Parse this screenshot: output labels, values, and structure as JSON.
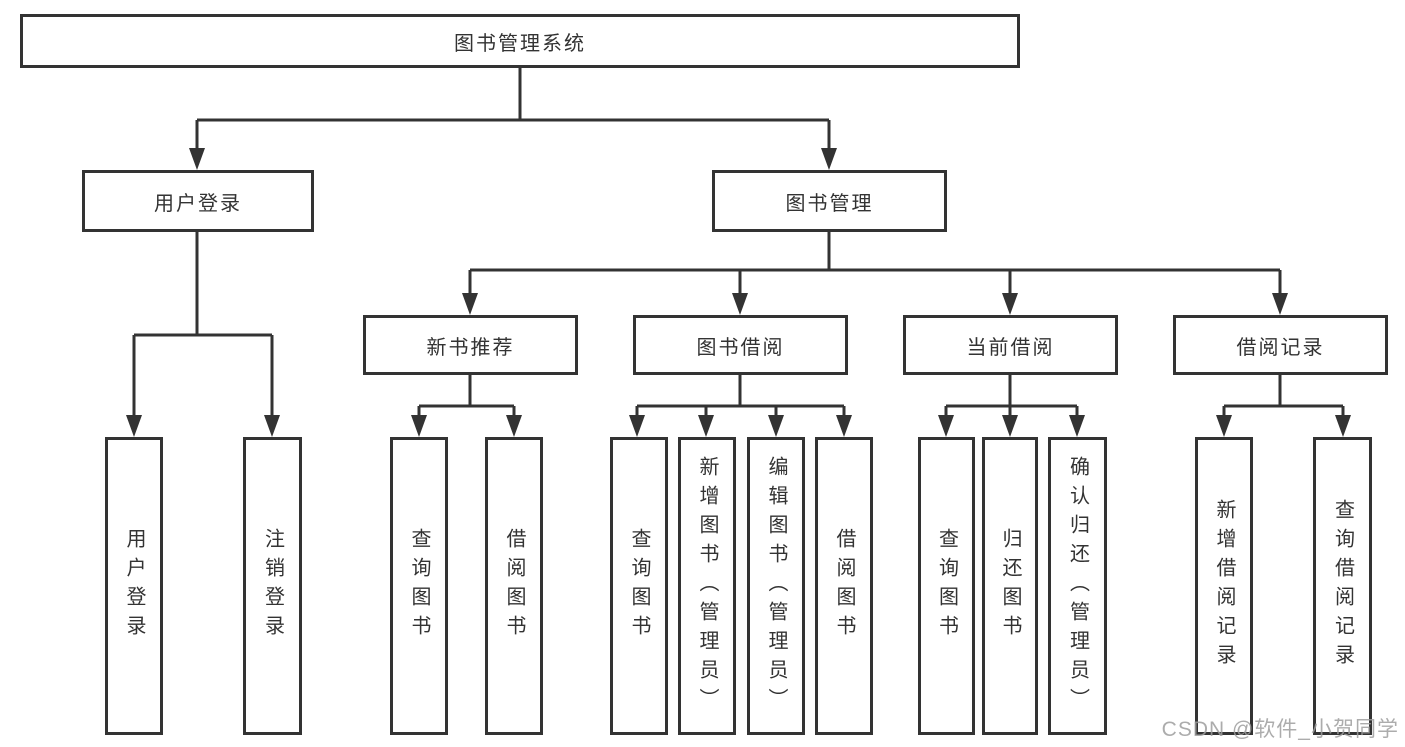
{
  "diagram": {
    "root": {
      "label": "图书管理系统"
    },
    "branches": [
      {
        "label": "用户登录",
        "children": [
          {
            "label": "用户登录"
          },
          {
            "label": "注销登录"
          }
        ]
      },
      {
        "label": "图书管理",
        "sections": [
          {
            "label": "新书推荐",
            "children": [
              {
                "label": "查询图书"
              },
              {
                "label": "借阅图书"
              }
            ]
          },
          {
            "label": "图书借阅",
            "children": [
              {
                "label": "查询图书"
              },
              {
                "label": "新增图书（管理员）"
              },
              {
                "label": "编辑图书（管理员）"
              },
              {
                "label": "借阅图书"
              }
            ]
          },
          {
            "label": "当前借阅",
            "children": [
              {
                "label": "查询图书"
              },
              {
                "label": "归还图书"
              },
              {
                "label": "确认归还（管理员）"
              }
            ]
          },
          {
            "label": "借阅记录",
            "children": [
              {
                "label": "新增借阅记录"
              },
              {
                "label": "查询借阅记录"
              }
            ]
          }
        ]
      }
    ],
    "watermark": "CSDN @软件_小贺同学",
    "colors": {
      "line": "#333333",
      "text": "#333333",
      "background": "#ffffff",
      "watermark": "#9e9e9e"
    }
  }
}
